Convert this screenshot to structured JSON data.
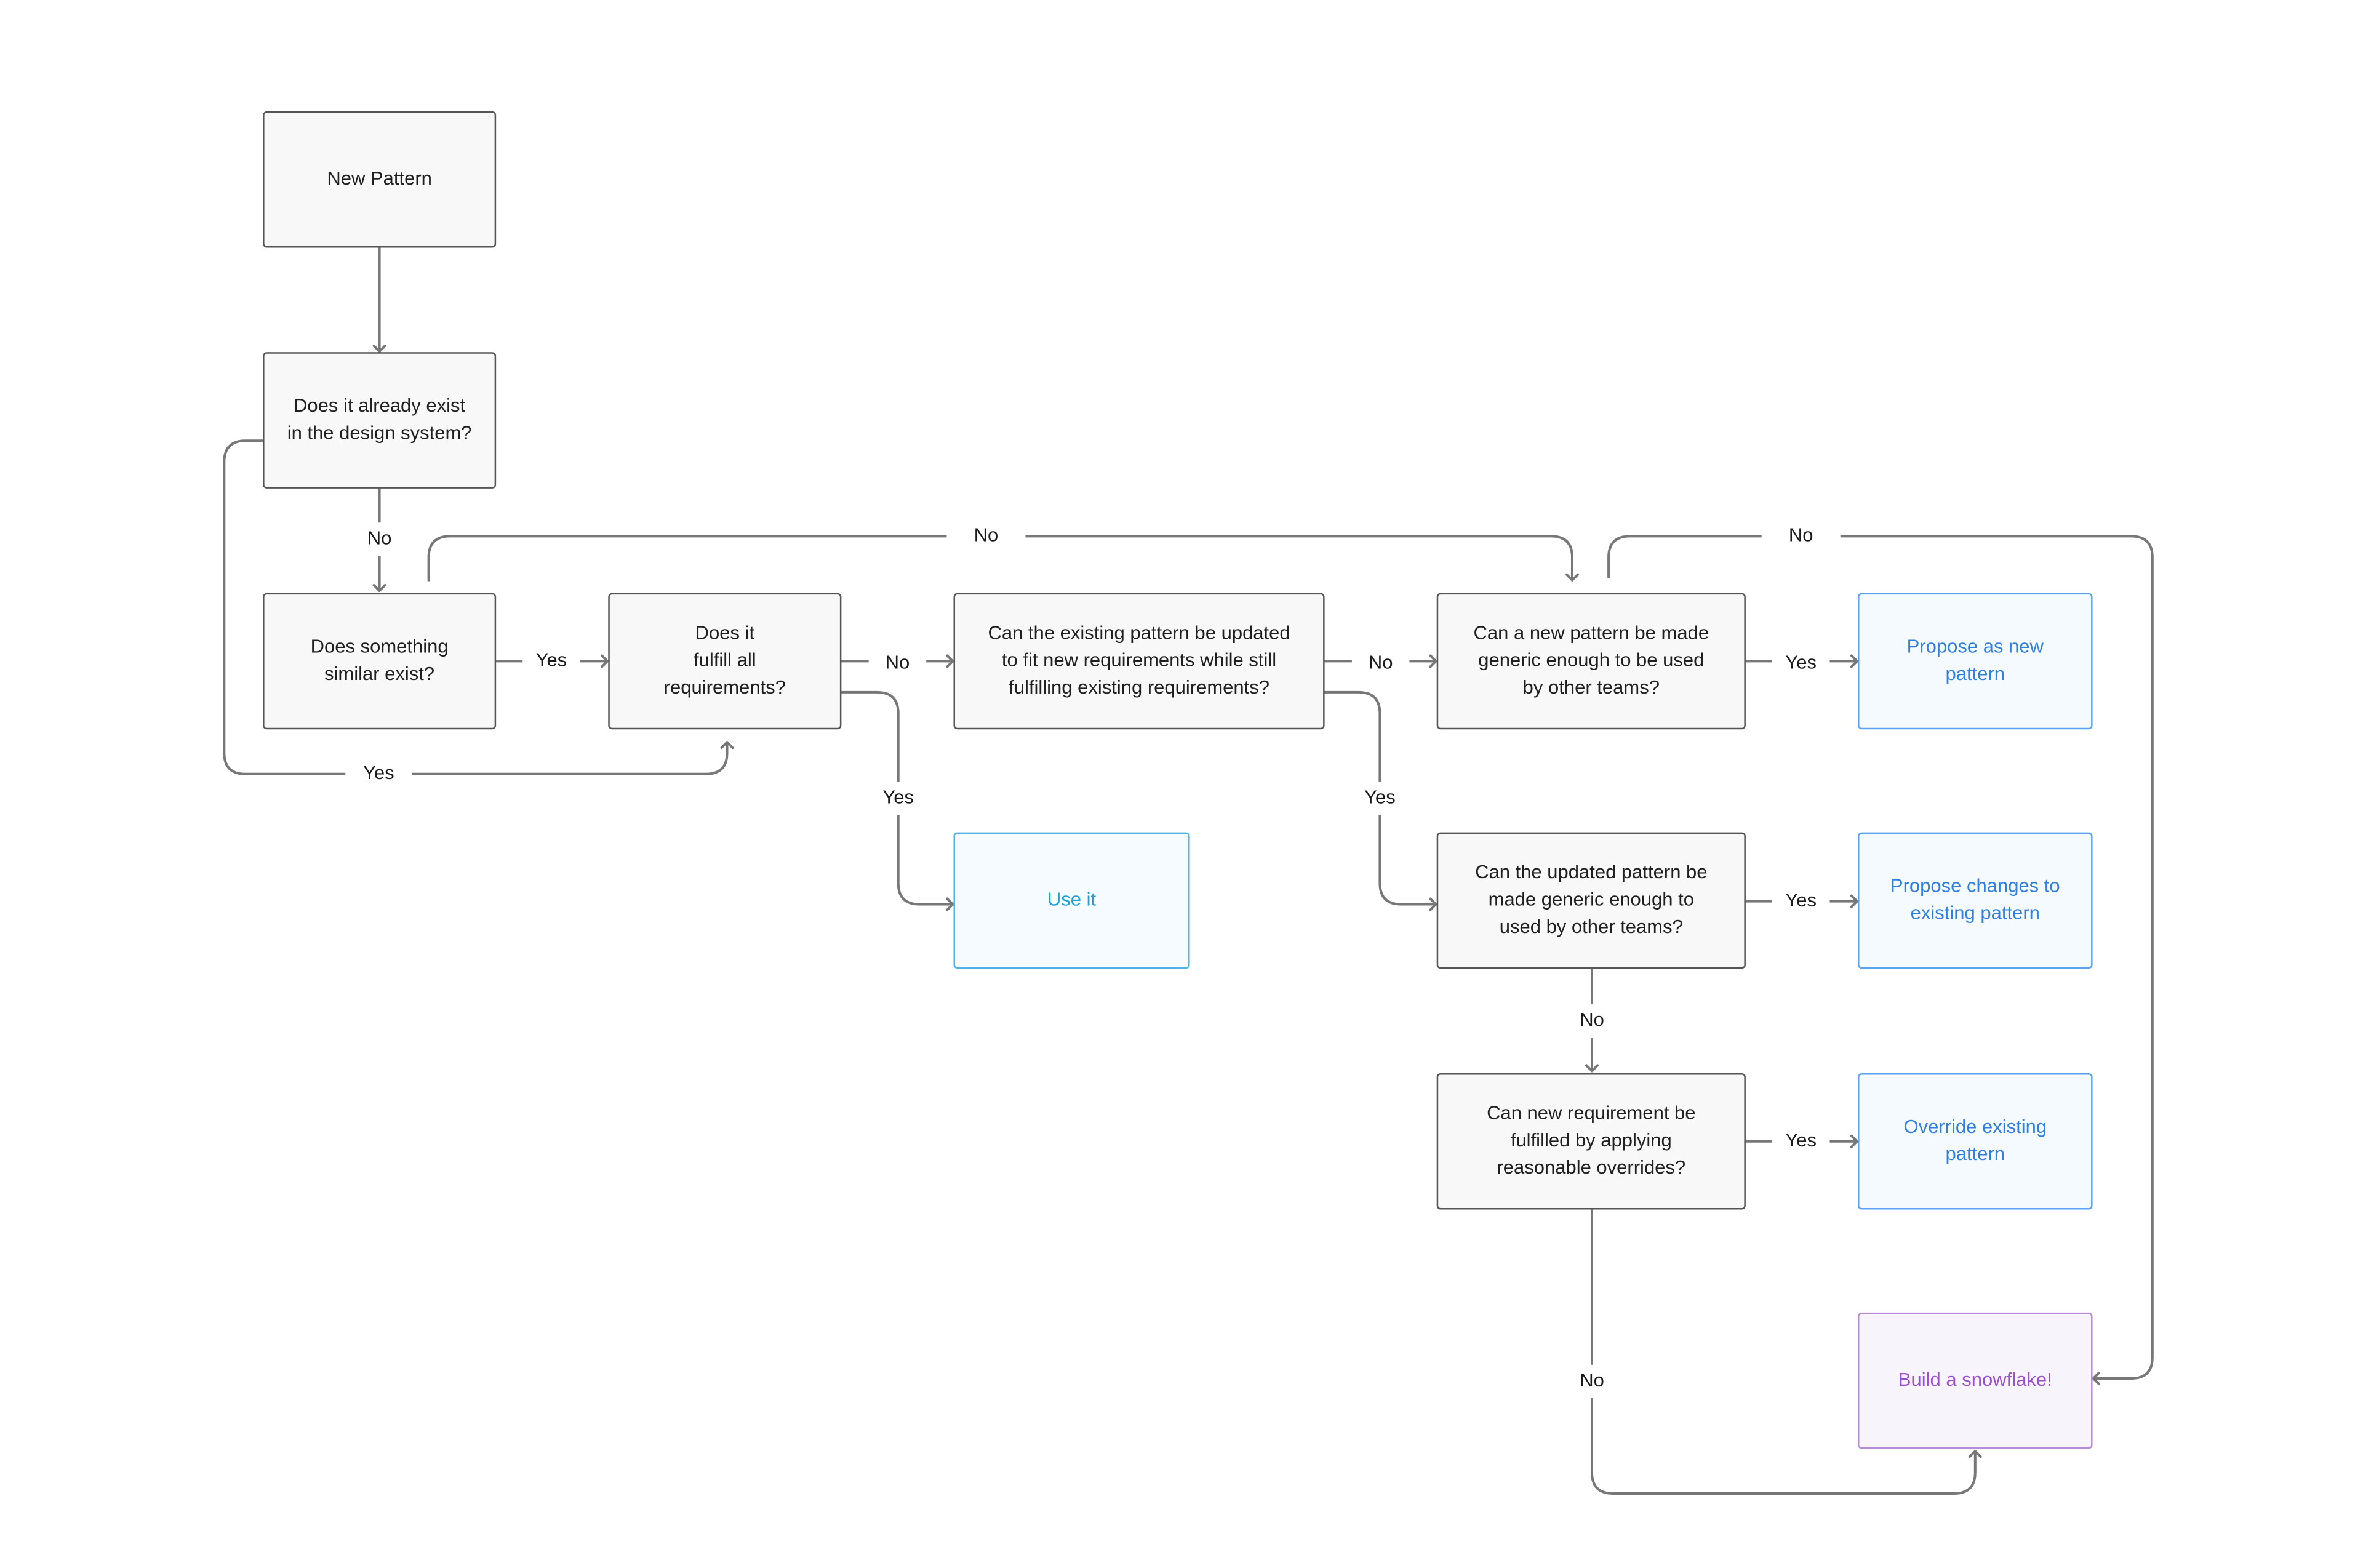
{
  "colors": {
    "default_fill": "#f8f8f8",
    "default_stroke": "#555555",
    "default_text": "#1f1f1f",
    "blue_fill": "#f5faff",
    "blue_stroke": "#5aa3f0",
    "blue_text": "#2f7fe0",
    "cyan_fill": "#f5fbfe",
    "cyan_stroke": "#4fb3e6",
    "cyan_text": "#1aa0da",
    "purple_fill": "#f8f4fc",
    "purple_stroke": "#b98ad8",
    "purple_text": "#9b4fd0",
    "edge": "#777777"
  },
  "nodes": [
    {
      "id": "new_pattern",
      "kind": "default",
      "lines": [
        "New Pattern"
      ]
    },
    {
      "id": "exists_q",
      "kind": "default",
      "lines": [
        "Does it already exist",
        "in the design system?"
      ]
    },
    {
      "id": "similar_q",
      "kind": "default",
      "lines": [
        "Does something",
        "similar exist?"
      ]
    },
    {
      "id": "fulfill_q",
      "kind": "default",
      "lines": [
        "Does it",
        "fulfill all",
        "requirements?"
      ]
    },
    {
      "id": "update_q",
      "kind": "default",
      "lines": [
        "Can the existing pattern be updated",
        "to fit new requirements while still",
        "fulfilling existing requirements?"
      ]
    },
    {
      "id": "generic_new_q",
      "kind": "default",
      "lines": [
        "Can a new pattern be made",
        "generic enough to be used",
        "by other teams?"
      ]
    },
    {
      "id": "propose_new",
      "kind": "blue",
      "lines": [
        "Propose as new",
        "pattern"
      ]
    },
    {
      "id": "use_it",
      "kind": "cyan",
      "lines": [
        "Use it"
      ]
    },
    {
      "id": "updated_generic_q",
      "kind": "default",
      "lines": [
        "Can the updated pattern be",
        "made generic enough to",
        "used by other teams?"
      ]
    },
    {
      "id": "propose_changes",
      "kind": "blue",
      "lines": [
        "Propose changes to",
        "existing pattern"
      ]
    },
    {
      "id": "overrides_q",
      "kind": "default",
      "lines": [
        "Can new requirement be",
        "fulfilled by applying",
        "reasonable overrides?"
      ]
    },
    {
      "id": "override_existing",
      "kind": "blue",
      "lines": [
        "Override existing",
        "pattern"
      ]
    },
    {
      "id": "snowflake",
      "kind": "purple",
      "lines": [
        "Build a snowflake!"
      ]
    }
  ],
  "edges": [
    {
      "id": "e1",
      "from": "new_pattern",
      "to": "exists_q",
      "label": ""
    },
    {
      "id": "e2",
      "from": "exists_q",
      "to": "similar_q",
      "label": "No"
    },
    {
      "id": "e3",
      "from": "exists_q",
      "to": "fulfill_q",
      "label": "Yes"
    },
    {
      "id": "e4",
      "from": "similar_q",
      "to": "fulfill_q",
      "label": "Yes"
    },
    {
      "id": "e5",
      "from": "similar_q",
      "to": "generic_new_q",
      "label": "No"
    },
    {
      "id": "e6",
      "from": "fulfill_q",
      "to": "update_q",
      "label": "No"
    },
    {
      "id": "e7",
      "from": "fulfill_q",
      "to": "use_it",
      "label": "Yes"
    },
    {
      "id": "e8",
      "from": "update_q",
      "to": "generic_new_q",
      "label": "No"
    },
    {
      "id": "e9",
      "from": "update_q",
      "to": "updated_generic_q",
      "label": "Yes"
    },
    {
      "id": "e10",
      "from": "generic_new_q",
      "to": "propose_new",
      "label": "Yes"
    },
    {
      "id": "e11",
      "from": "generic_new_q",
      "to": "snowflake",
      "label": "No"
    },
    {
      "id": "e12",
      "from": "updated_generic_q",
      "to": "propose_changes",
      "label": "Yes"
    },
    {
      "id": "e13",
      "from": "updated_generic_q",
      "to": "overrides_q",
      "label": "No"
    },
    {
      "id": "e14",
      "from": "overrides_q",
      "to": "override_existing",
      "label": "Yes"
    },
    {
      "id": "e15",
      "from": "overrides_q",
      "to": "snowflake",
      "label": "No"
    }
  ]
}
